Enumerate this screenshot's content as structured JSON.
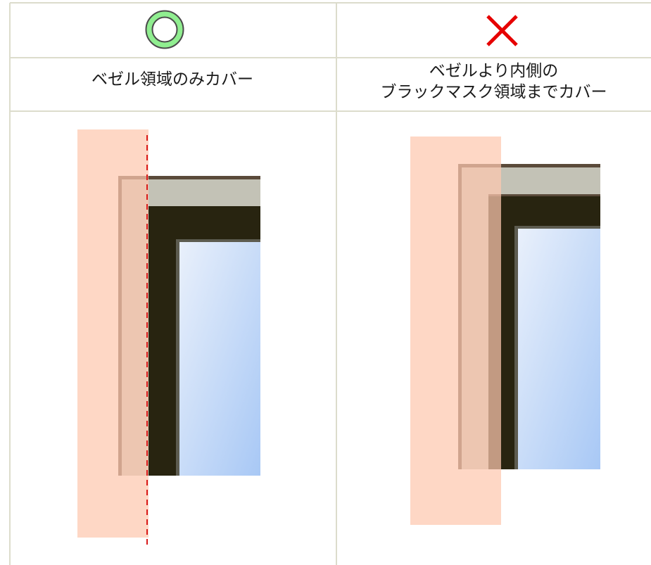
{
  "table": {
    "columns": [
      {
        "symbol": "good-circle",
        "caption_lines": [
          "ベゼル領域のみカバー"
        ]
      },
      {
        "symbol": "bad-cross",
        "caption_lines": [
          "ベゼルより内側の",
          "ブラックマスク領域までカバー"
        ]
      }
    ]
  },
  "colors": {
    "grid": "#dcdccc",
    "circle_fill": "#90ee90",
    "circle_stroke": "#4a4a4a",
    "cross": "#e60000",
    "cover_tape": "#fdc8ae",
    "bezel_frame": "#5a4a3a",
    "bezel_top": "#c3c2b6",
    "black_mask": "#282410",
    "screen_start": "#e9f0fb",
    "screen_end": "#a8c8f5",
    "guide_line": "#d81a1a"
  }
}
